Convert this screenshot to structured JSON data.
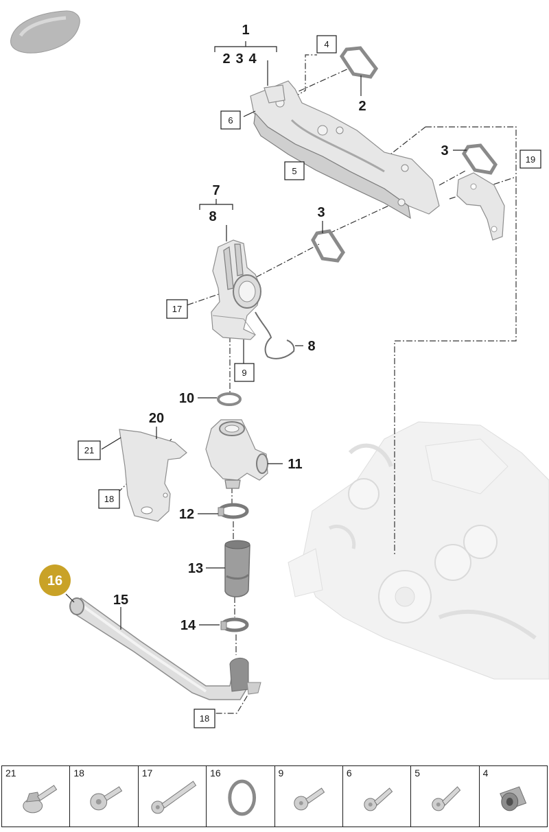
{
  "callouts": {
    "c1": "1",
    "c2_top": "2",
    "c3_top": "3",
    "c4_top": "4",
    "c2": "2",
    "c3_right": "3",
    "c3_mid": "3",
    "c7": "7",
    "c8_top": "8",
    "c8": "8",
    "c10": "10",
    "c11": "11",
    "c12": "12",
    "c13": "13",
    "c14": "14",
    "c15": "15",
    "c20": "20"
  },
  "boxed": {
    "b4": "4",
    "b6": "6",
    "b5": "5",
    "b19": "19",
    "b17": "17",
    "b9": "9",
    "b21": "21",
    "b18_left": "18",
    "b18_bottom": "18"
  },
  "highlight": {
    "label": "16",
    "color": "#c9a227"
  },
  "strip": [
    {
      "num": "21",
      "icon": "flange-bolt-icon"
    },
    {
      "num": "18",
      "icon": "short-bolt-icon"
    },
    {
      "num": "17",
      "icon": "long-bolt-icon"
    },
    {
      "num": "16",
      "icon": "o-ring-icon"
    },
    {
      "num": "9",
      "icon": "hex-bolt-icon"
    },
    {
      "num": "6",
      "icon": "screw-icon"
    },
    {
      "num": "5",
      "icon": "screw-icon"
    },
    {
      "num": "4",
      "icon": "sleeve-icon"
    }
  ]
}
